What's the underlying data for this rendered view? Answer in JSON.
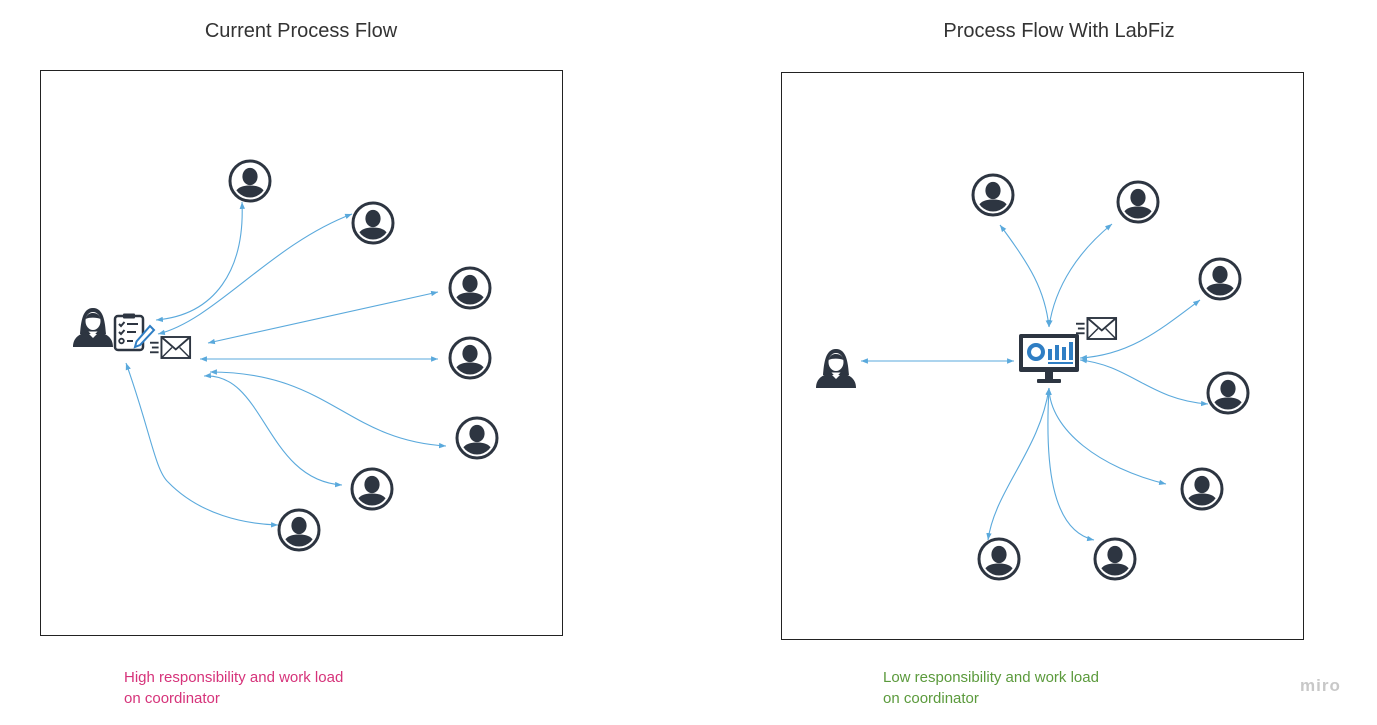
{
  "left_panel": {
    "title": "Current Process Flow",
    "caption_line1": "High responsibility and work load",
    "caption_line2": "on coordinator",
    "caption_color": "#d6337a"
  },
  "right_panel": {
    "title": "Process Flow With LabFiz",
    "caption_line1": "Low responsibility and work load",
    "caption_line2": "on coordinator",
    "caption_color": "#5b9a3c"
  },
  "branding": {
    "logo_text": "miro",
    "logo_color": "#c8c8c8"
  },
  "colors": {
    "arrow": "#5aa9dc",
    "icon": "#2d3541",
    "screen_accent": "#2f7ec4"
  },
  "icons": {
    "person": "user-circle-icon",
    "coordinator": "female-user-icon",
    "checklist": "checklist-icon",
    "email": "email-icon",
    "dashboard": "dashboard-monitor-icon"
  }
}
